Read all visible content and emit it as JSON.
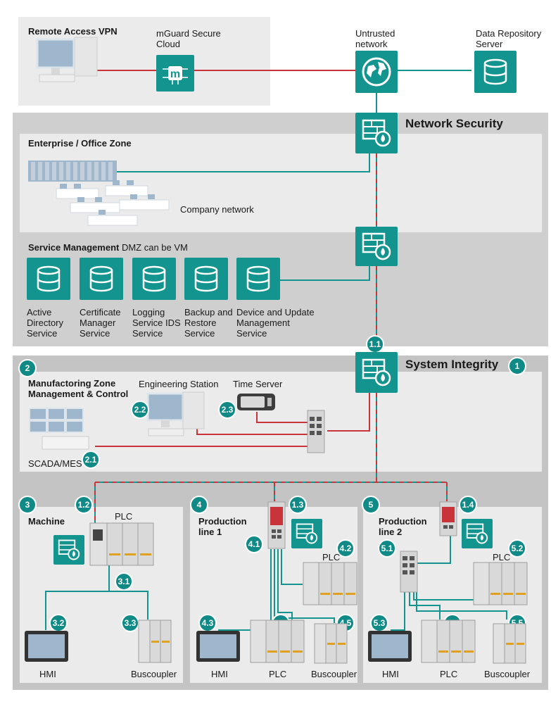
{
  "remote": {
    "title": "Remote Access VPN",
    "cloud": "mGuard Secure Cloud",
    "untrusted": "Untrusted network",
    "repo": "Data Repository Server"
  },
  "netsec": {
    "title": "Network Security"
  },
  "enterprise": {
    "title": "Enterprise / Office Zone",
    "company": "Company network"
  },
  "service": {
    "title_bold": "Service Management",
    "title_rest": " DMZ can be VM",
    "items": [
      "Active Directory Service",
      "Certificate Manager Service",
      "Logging Service IDS Service",
      "Backup and Restore Service",
      "Device and Update Management Service"
    ]
  },
  "sysint": {
    "title": "System Integrity",
    "badge": "1",
    "fw_badge": "1.1"
  },
  "mfg": {
    "badge": "2",
    "title": "Manufactoring Zone Management & Control",
    "eng": "Engineering Station",
    "time": "Time Server",
    "scada": "SCADA/MES",
    "b21": "2.1",
    "b22": "2.2",
    "b23": "2.3"
  },
  "machine": {
    "badge": "3",
    "title": "Machine",
    "fw": "1.2",
    "plc": "PLC",
    "b31": "3.1",
    "b32": "3.2",
    "b33": "3.3",
    "hmi": "HMI",
    "bus": "Buscoupler"
  },
  "line1": {
    "badge": "4",
    "title": "Production line 1",
    "fw": "1.3",
    "plc_top": "PLC",
    "b41": "4.1",
    "b42": "4.2",
    "b43": "4.3",
    "b44": "4.4",
    "b45": "4.5",
    "hmi": "HMI",
    "plc": "PLC",
    "bus": "Buscoupler"
  },
  "line2": {
    "badge": "5",
    "title": "Production line 2",
    "fw": "1.4",
    "plc_top": "PLC",
    "b51": "5.1",
    "b52": "5.2",
    "b53": "5.3",
    "b54": "5.4",
    "b55": "5.5",
    "hmi": "HMI",
    "plc": "PLC",
    "bus": "Buscoupler"
  },
  "colors": {
    "teal": "#13948f",
    "red": "#c8343a",
    "panel": "#ebebeb",
    "panel_dark": "#c9c9c9"
  }
}
